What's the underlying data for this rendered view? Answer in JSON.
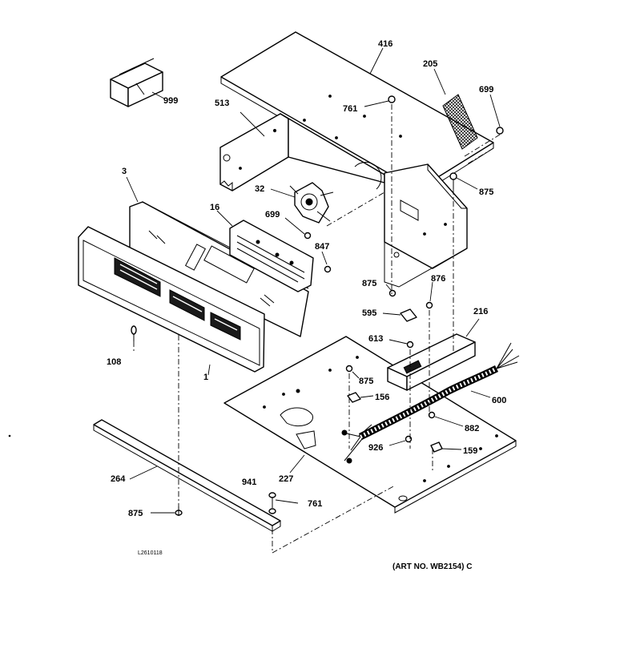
{
  "diagram": {
    "reference_code": "L2610118",
    "art_note": "(ART NO. WB2154) C",
    "part_labels": {
      "p999": "999",
      "p416": "416",
      "p205": "205",
      "p699a": "699",
      "p513": "513",
      "p761a": "761",
      "p3": "3",
      "p875a": "875",
      "p32": "32",
      "p16": "16",
      "p699b": "699",
      "p847": "847",
      "p875b": "875",
      "p876": "876",
      "p595": "595",
      "p216": "216",
      "p613": "613",
      "p108": "108",
      "p1": "1",
      "p875c": "875",
      "p600": "600",
      "p156": "156",
      "p882": "882",
      "p926": "926",
      "p159": "159",
      "p264": "264",
      "p227": "227",
      "p941": "941",
      "p761b": "761",
      "p875d": "875"
    }
  }
}
